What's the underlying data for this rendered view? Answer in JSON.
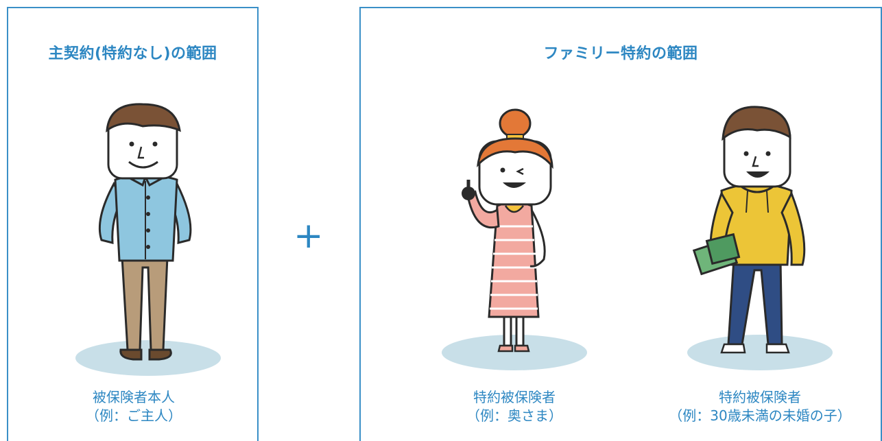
{
  "main_panel": {
    "title": "主契約(特約なし)の範囲",
    "person": {
      "role": "被保険者本人",
      "example": "（例：ご主人）"
    }
  },
  "connector": "+",
  "family_panel": {
    "title": "ファミリー特約の範囲",
    "people": [
      {
        "role": "特約被保険者",
        "example": "（例：奥さま）"
      },
      {
        "role": "特約被保険者",
        "example": "（例：30歳未満の未婚の子）"
      }
    ]
  },
  "colors": {
    "accent": "#2d87c2",
    "border": "#3a8fc7",
    "shadow_pad": "#c8dfe8"
  }
}
